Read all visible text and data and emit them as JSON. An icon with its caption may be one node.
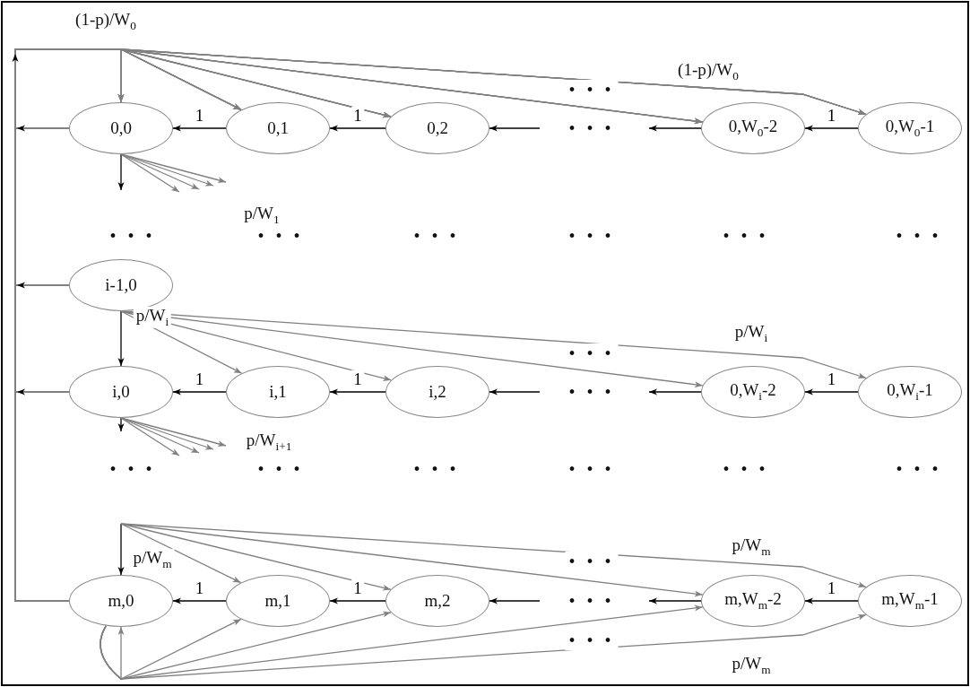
{
  "diagram": {
    "nodes": [
      {
        "text": [
          "0,0"
        ]
      },
      {
        "text": [
          "0,1"
        ]
      },
      {
        "text": [
          "0,2"
        ]
      },
      {
        "text": [
          "0,W$_{0}$-2"
        ]
      },
      {
        "text": [
          "0,W$_{0}$-1"
        ]
      },
      {
        "text": [
          "i-1,0"
        ]
      },
      {
        "text": [
          "i,0"
        ]
      },
      {
        "text": [
          "i,1"
        ]
      },
      {
        "text": [
          "i,2"
        ]
      },
      {
        "text": [
          "0,W$_{i}$-2"
        ]
      },
      {
        "text": [
          "0,W$_{i}$-1"
        ]
      },
      {
        "text": [
          "m,0"
        ]
      },
      {
        "text": [
          "m,1"
        ]
      },
      {
        "text": [
          "m,2"
        ]
      },
      {
        "text": [
          "m,W$_{m}$-2"
        ]
      },
      {
        "text": [
          "m,W$_{m}$-1"
        ]
      }
    ],
    "edges": [
      {
        "from": 1,
        "to": 0,
        "arrow": "to",
        "label": "1",
        "color": "#000000"
      },
      {
        "from": 2,
        "to": 1,
        "arrow": "to",
        "label": "1",
        "color": "#000000"
      },
      {
        "from": null,
        "to": 2,
        "arrow": "to",
        "color": "#000000"
      },
      {
        "from": 3,
        "to": null,
        "arrow": "to",
        "color": "#000000"
      },
      {
        "from": 4,
        "to": 3,
        "arrow": "to",
        "label": "1",
        "color": "#000000"
      },
      {
        "from": 0,
        "to": 0,
        "arrow": "to"
      },
      {
        "from": 0,
        "to": 1,
        "arrow": "to"
      },
      {
        "from": 0,
        "to": 2,
        "arrow": "to"
      },
      {
        "from": 0,
        "to": 3,
        "arrow": "to"
      },
      {
        "from": 0,
        "to": 4,
        "arrow": "to"
      },
      {
        "from": 5,
        "to": 0,
        "arrow": "to"
      },
      {
        "from": 5,
        "to": 1,
        "arrow": "to"
      },
      {
        "from": 5,
        "to": 2,
        "arrow": "to"
      },
      {
        "from": 5,
        "to": 3,
        "arrow": "to"
      },
      {
        "from": 5,
        "to": 4,
        "arrow": "to"
      },
      {
        "from": 6,
        "to": 0,
        "arrow": "to"
      },
      {
        "from": 6,
        "to": 1,
        "arrow": "to"
      },
      {
        "from": 6,
        "to": 2,
        "arrow": "to"
      },
      {
        "from": 6,
        "to": 3,
        "arrow": "to"
      },
      {
        "from": 6,
        "to": 4,
        "arrow": "to"
      },
      {
        "from": 11,
        "to": 0,
        "arrow": "to"
      },
      {
        "from": 11,
        "to": 1,
        "arrow": "to"
      },
      {
        "from": 11,
        "to": 2,
        "arrow": "to"
      },
      {
        "from": 11,
        "to": 3,
        "arrow": "to"
      },
      {
        "from": 11,
        "to": 4,
        "arrow": "to"
      },
      {
        "from": 0,
        "to": null,
        "arrow": "to",
        "color": "#000000"
      },
      {
        "from": 0,
        "to": null,
        "arrow": "to"
      },
      {
        "from": 0,
        "to": null,
        "arrow": "to"
      },
      {
        "from": 0,
        "to": null,
        "arrow": "to"
      },
      {
        "from": 0,
        "to": null,
        "arrow": "to"
      },
      {
        "from": 5,
        "to": 6,
        "arrow": "to",
        "color": "#000000"
      },
      {
        "from": 5,
        "to": 7,
        "arrow": "to"
      },
      {
        "from": 5,
        "to": 8,
        "arrow": "to"
      },
      {
        "from": 5,
        "to": 9,
        "arrow": "to"
      },
      {
        "from": 5,
        "to": 10,
        "arrow": "to"
      },
      {
        "from": 7,
        "to": 6,
        "arrow": "to",
        "label": "1",
        "color": "#000000"
      },
      {
        "from": 8,
        "to": 7,
        "arrow": "to",
        "label": "1",
        "color": "#000000"
      },
      {
        "from": null,
        "to": 8,
        "arrow": "to",
        "color": "#000000"
      },
      {
        "from": 9,
        "to": null,
        "arrow": "to",
        "color": "#000000"
      },
      {
        "from": 10,
        "to": 9,
        "arrow": "to",
        "label": "1",
        "color": "#000000"
      },
      {
        "from": 6,
        "to": null,
        "arrow": "to",
        "color": "#000000"
      },
      {
        "from": 6,
        "to": null,
        "arrow": "to"
      },
      {
        "from": 6,
        "to": null,
        "arrow": "to"
      },
      {
        "from": 6,
        "to": null,
        "arrow": "to"
      },
      {
        "from": 6,
        "to": null,
        "arrow": "to"
      },
      {
        "from": null,
        "to": 11,
        "arrow": "to",
        "color": "#000000"
      },
      {
        "from": null,
        "to": 12,
        "arrow": "to"
      },
      {
        "from": null,
        "to": 13,
        "arrow": "to"
      },
      {
        "from": null,
        "to": 14,
        "arrow": "to"
      },
      {
        "from": null,
        "to": 15,
        "arrow": "to"
      },
      {
        "from": 12,
        "to": 11,
        "arrow": "to",
        "label": "1",
        "color": "#000000"
      },
      {
        "from": 13,
        "to": 12,
        "arrow": "to",
        "label": "1",
        "color": "#000000"
      },
      {
        "from": null,
        "to": 13,
        "arrow": "to",
        "color": "#000000"
      },
      {
        "from": 14,
        "to": null,
        "arrow": "to",
        "color": "#000000"
      },
      {
        "from": 15,
        "to": 14,
        "arrow": "to",
        "label": "1",
        "color": "#000000"
      },
      {
        "from": 11,
        "to": 11,
        "arrow": "to"
      },
      {
        "from": 11,
        "to": 12,
        "arrow": "to"
      },
      {
        "from": 11,
        "to": 13,
        "arrow": "to"
      },
      {
        "from": 11,
        "to": 14,
        "arrow": "to"
      },
      {
        "from": 11,
        "to": 15,
        "arrow": "to"
      }
    ],
    "labels": [
      "(1-p)/W$_{0}$",
      "(1-p)/W$_{0}$",
      "• • •",
      "• • •",
      "p/W$_{1}$",
      "• • •",
      "• • •",
      "• • •",
      "• • •",
      "• • •",
      "• • •",
      "p/W$_{i}$",
      "p/W$_{i}$",
      "• • •",
      "• • •",
      "p/W$_{i+1}$",
      "• • •",
      "• • •",
      "• • •",
      "• • •",
      "• • •",
      "• • •",
      "p/W$_{m}$",
      "p/W$_{m}$",
      "• • •",
      "• • •",
      "• • •",
      "p/W$_{m}$"
    ]
  }
}
